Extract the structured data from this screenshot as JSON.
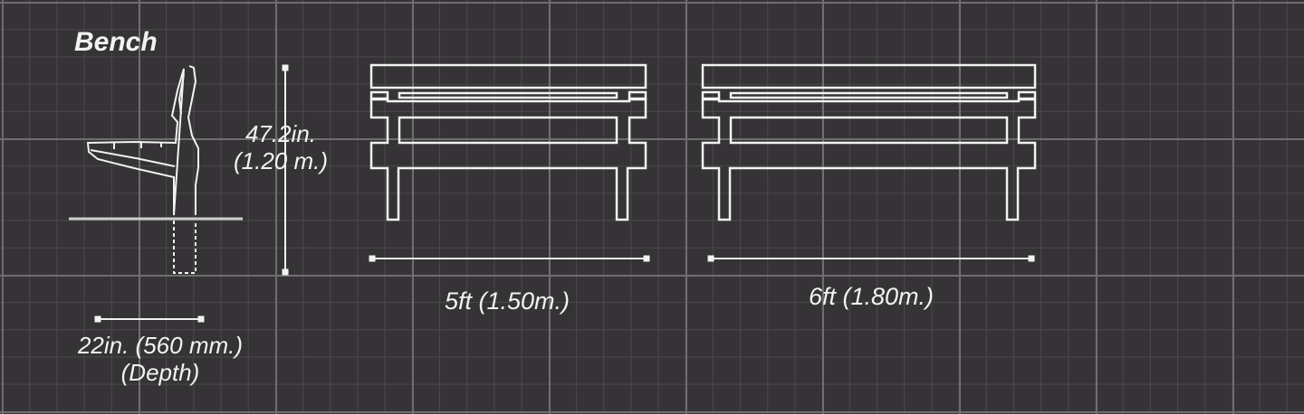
{
  "title": "Bench",
  "side_view": {
    "height_label_1": "47.2in.",
    "height_label_2": "(1.20 m.)",
    "depth_label_1": "22in. (560 mm.)",
    "depth_label_2": "(Depth)"
  },
  "front_views": [
    {
      "label": "5ft (1.50m.)"
    },
    {
      "label": "6ft (1.80m.)"
    }
  ],
  "colors": {
    "background": "#353335",
    "grid_major": "#6f6d6f",
    "grid_minor": "#4b494b",
    "line": "#f2f2f2"
  }
}
